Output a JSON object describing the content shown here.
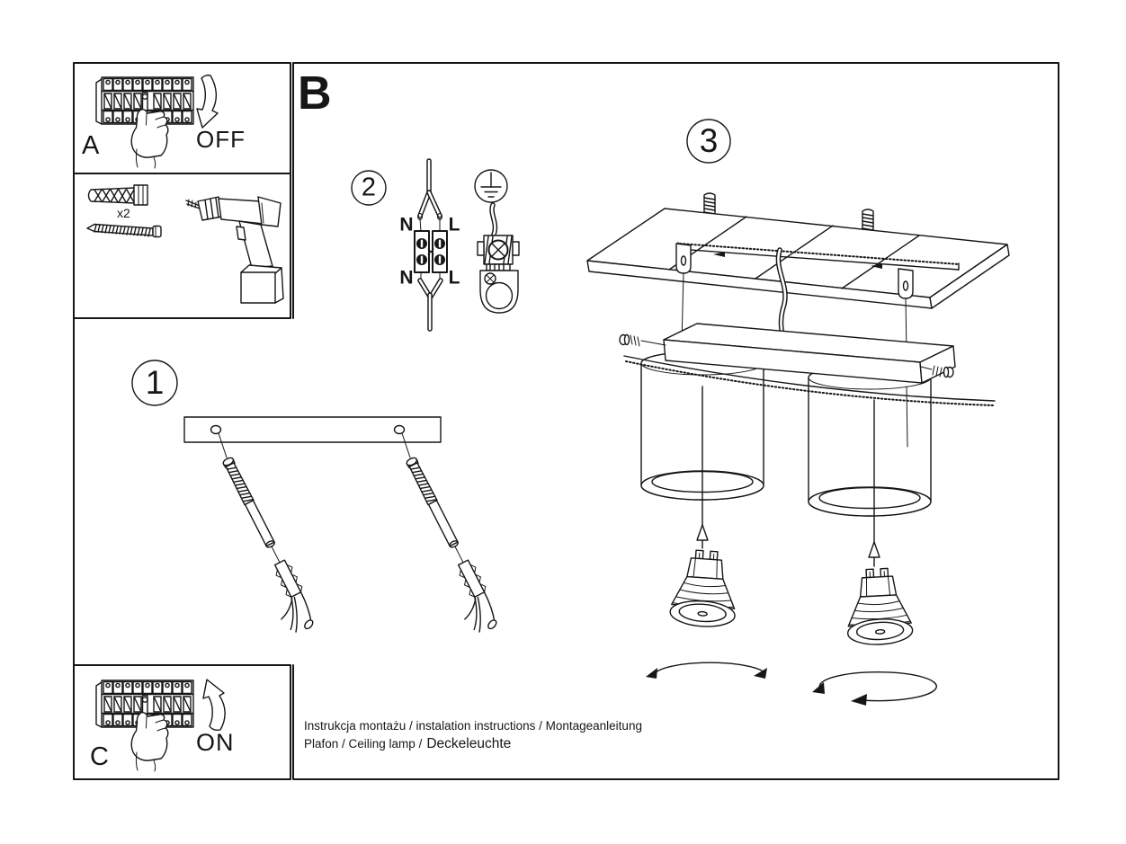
{
  "colors": {
    "ink": "#161616",
    "background": "#ffffff"
  },
  "sections": {
    "panel_a": {
      "label": "A",
      "switch_action": "OFF"
    },
    "panel_c": {
      "label": "C",
      "switch_action": "ON"
    },
    "tools": {
      "quantity_note": "x2"
    },
    "main": {
      "label": "B"
    }
  },
  "steps": {
    "one": "1",
    "two": "2",
    "three": "3"
  },
  "wiring_labels": {
    "top_neutral": "N",
    "top_live": "L",
    "bottom_neutral": "N",
    "bottom_live": "L"
  },
  "footer": {
    "line1": "Instrukcja montażu / instalation instructions / Montageanleitung",
    "line2_prefix": "Plafon / Ceiling lamp /",
    "line2_suffix": "Deckeleuchte"
  }
}
